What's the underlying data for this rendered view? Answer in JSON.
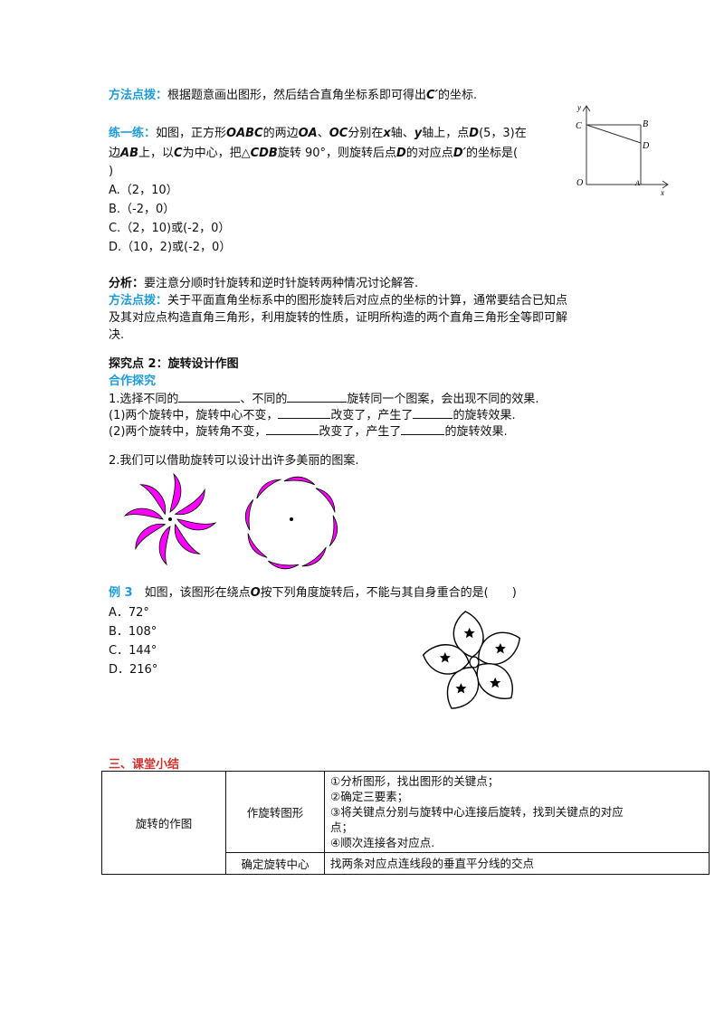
{
  "method_tip1": {
    "label": "方法点拨：",
    "text": "根据题意画出图形，然后结合直角坐标系即可得出",
    "var": "C′",
    "end": "的坐标."
  },
  "practice": {
    "label": "练一练：",
    "line1": [
      "如图，正方形",
      "OABC",
      "的两边",
      "OA",
      "、",
      "OC",
      "分别在",
      "x",
      "轴、",
      "y",
      "轴上，点",
      "D",
      "(5，3)在"
    ],
    "line2": [
      "边",
      "AB",
      "上，以",
      "C",
      "为中心，把△",
      "CDB",
      "旋转 90°，则旋转后点",
      "D",
      "的对应点",
      "D′",
      "的坐标是("
    ],
    "line3": ")",
    "options": [
      "A.（2，10）",
      "B.（-2，0）",
      "C.（2，10)或(-2，0）",
      "D.（10，2)或(-2，0）"
    ]
  },
  "diagram1": {
    "labels": {
      "y": "y",
      "x": "x",
      "o": "O",
      "a": "A",
      "b": "B",
      "c": "C",
      "d": "D"
    }
  },
  "analysis": {
    "label": "分析：",
    "text": "要注意分顺时针旋转和逆时针旋转两种情况讨论解答."
  },
  "method_tip2": {
    "label": "方法点拨：",
    "line1": "关于平面直角坐标系中的图形旋转后对应点的坐标的计算，通常要结合已知点",
    "line2": "及其对应点构造直角三角形，利用旋转的性质，证明所构造的两个直角三角形全等即可解",
    "line3": "决."
  },
  "section2": {
    "title": "探究点 2：旋转设计作图",
    "subtitle": "合作探究"
  },
  "q1": {
    "a": "1.选择不同的",
    "b": "、不同的",
    "c": "旋转同一个图案，会出现不同的效果."
  },
  "q1_1": {
    "a": "(1)两个旋转中，旋转中心不变，",
    "b": "改变了，产生了",
    "c": "的旋转效果."
  },
  "q1_2": {
    "a": "(2)两个旋转中，旋转角不变，",
    "b": "改变了，产生了",
    "c": "的旋转效果."
  },
  "q2": "2.我们可以借助旋转可以设计出许多美丽的图案.",
  "example3": {
    "label": "例 3",
    "text_a": "如图，该图形在绕点",
    "var": "O",
    "text_b": "按下列角度旋转后，不能与其自身重合的是(　　)",
    "options": [
      "A．72°",
      "B．108°",
      "C．144°",
      "D．216°"
    ]
  },
  "summary": {
    "title": "三、课堂小结",
    "topic": "旋转的作图",
    "row1_label": "作旋转图形",
    "row1_steps": [
      "①分析图形，找出图形的关键点；",
      "②确定三要素；",
      "③将关键点分别与旋转中心连接后旋转，找到关键点的对应",
      "点；",
      "④顺次连接各对应点."
    ],
    "row2_label": "确定旋转中心",
    "row2_text": "找两条对应点连线段的垂直平分线的交点"
  },
  "colors": {
    "accent_blue": "#1f9bd7",
    "heading_red": "#d0312d",
    "petal_magenta": "#ff00ff"
  }
}
